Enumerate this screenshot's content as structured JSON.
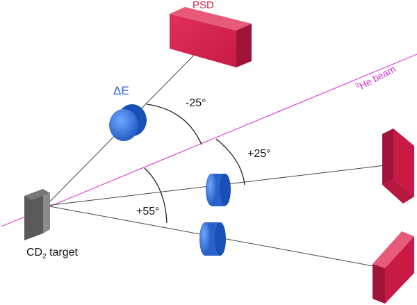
{
  "labels": {
    "psd": "PSD",
    "delta_e": "ΔE",
    "beam_sup": "3",
    "beam_text": "He beam",
    "angle_minus25": "-25°",
    "angle_plus25": "+25°",
    "angle_plus55": "+55°",
    "target_prefix": "CD",
    "target_sub": "2",
    "target_suffix": " target"
  },
  "colors": {
    "psd": "#d21d4a",
    "detector_blue": "#2f6fd6",
    "beam": "#e040e0",
    "psd_label": "#e02040",
    "delta_e_label": "#2b5fd0",
    "target": "#5a5a5a"
  }
}
